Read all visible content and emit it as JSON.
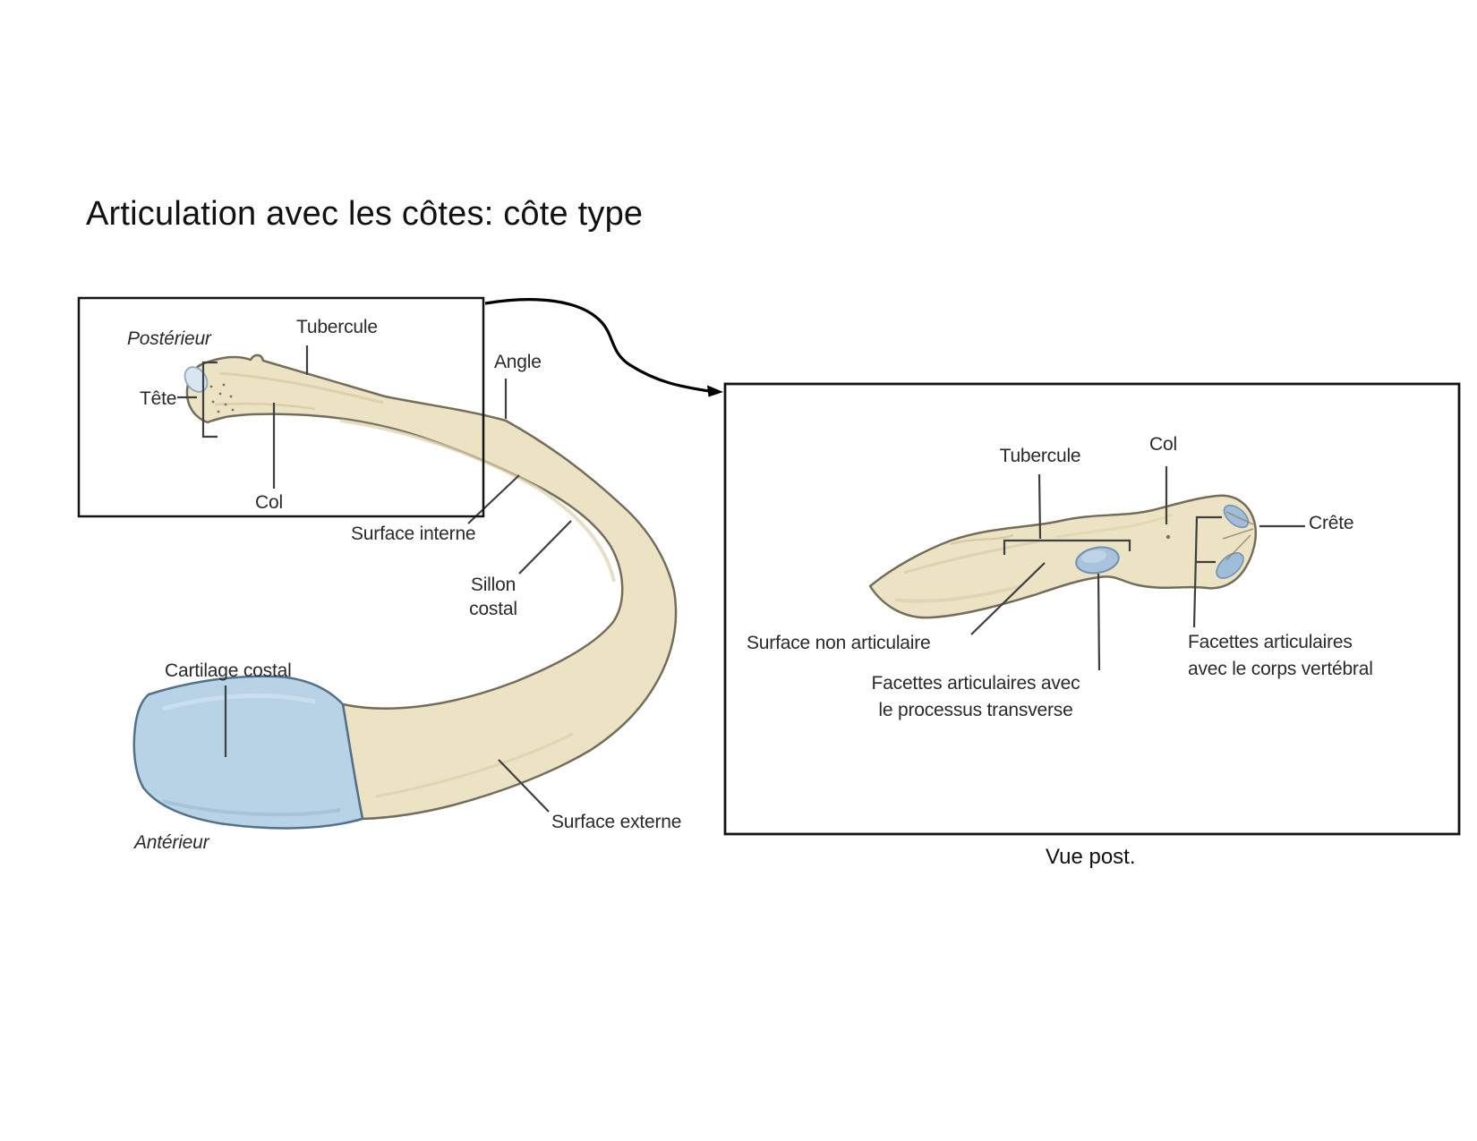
{
  "title": "Articulation avec les côtes: côte type",
  "left_panel": {
    "labels": {
      "posterieur": "Postérieur",
      "tubercule": "Tubercule",
      "tete": "Tête",
      "col": "Col",
      "angle": "Angle",
      "surface_interne": "Surface interne",
      "sillon_costal": "Sillon\ncostal",
      "cartilage_costal": "Cartilage costal",
      "anterieur": "Antérieur",
      "surface_externe": "Surface externe"
    }
  },
  "right_panel": {
    "labels": {
      "tubercule": "Tubercule",
      "col": "Col",
      "crete": "Crête",
      "surface_non_articulaire": "Surface non articulaire",
      "facettes_processus": "Facettes articulaires avec\nle processus transverse",
      "facettes_corps": "Facettes articulaires\navec le corps vertébral"
    },
    "caption": "Vue post."
  },
  "colors": {
    "bone_fill": "#ECE3C4",
    "bone_outline": "#756D5C",
    "cartilage_fill": "#B8D2E6",
    "cartilage_outline": "#54718B",
    "facet_fill": "#A9C3DD",
    "facet_outline": "#7290B0",
    "leader_line": "#3F3F3F",
    "frame": "#141414",
    "label_text": "#2A2A2A"
  }
}
